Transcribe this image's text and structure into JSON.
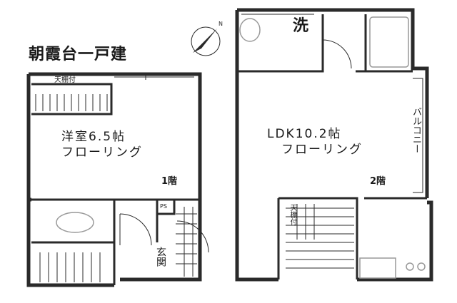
{
  "plan": {
    "title": "朝霞台一戸建",
    "floor1": {
      "room_name": "洋室6.5帖",
      "room_floor": "フローリング",
      "level": "1階",
      "ceiling_storage": "天棚付",
      "pipe_space": "PS"
    },
    "floor2": {
      "room_name": "LDK10.2帖",
      "room_floor": "フローリング",
      "level": "2階",
      "ceiling_storage": "天棚付",
      "balcony": "バルコニー",
      "washroom": "洗"
    },
    "entrance": "玄関"
  },
  "colors": {
    "wall": "#2a2a2a",
    "fixture": "#999999",
    "fill": "#ffffff"
  },
  "icons": {
    "north": "compass-north-icon"
  }
}
